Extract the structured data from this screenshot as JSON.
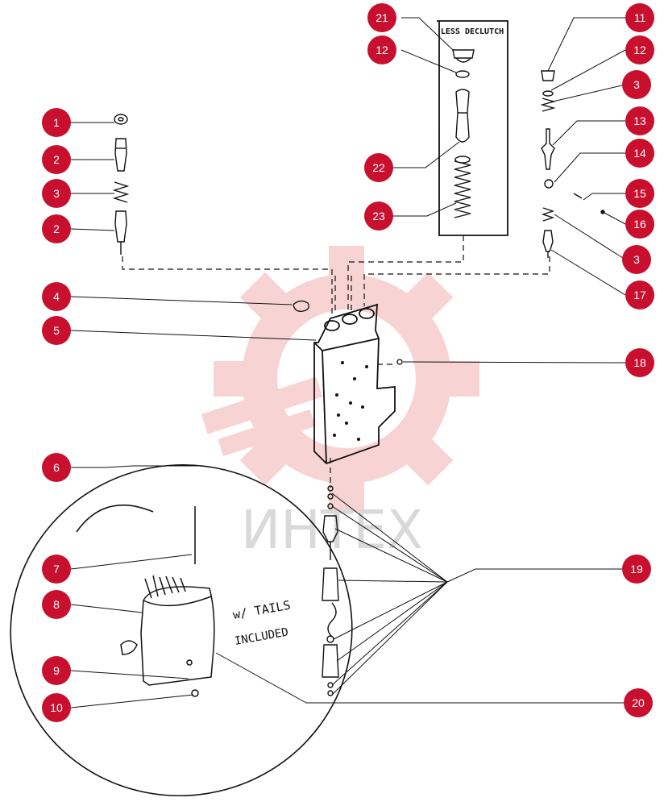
{
  "diagram": {
    "box_label": "LESS DECLUTCH",
    "handwritten_note_line1": "w/ TAILS",
    "handwritten_note_line2": "INCLUDED",
    "watermark_text": "ИНТЕХ",
    "accent_color": "#c8102e",
    "callouts": [
      {
        "id": "c1",
        "label": "1"
      },
      {
        "id": "c2a",
        "label": "2"
      },
      {
        "id": "c3a",
        "label": "3"
      },
      {
        "id": "c2b",
        "label": "2"
      },
      {
        "id": "c4",
        "label": "4"
      },
      {
        "id": "c5",
        "label": "5"
      },
      {
        "id": "c6",
        "label": "6"
      },
      {
        "id": "c7",
        "label": "7"
      },
      {
        "id": "c8",
        "label": "8"
      },
      {
        "id": "c9",
        "label": "9"
      },
      {
        "id": "c10",
        "label": "10"
      },
      {
        "id": "c21",
        "label": "21"
      },
      {
        "id": "c12a",
        "label": "12"
      },
      {
        "id": "c22",
        "label": "22"
      },
      {
        "id": "c23",
        "label": "23"
      },
      {
        "id": "c11",
        "label": "11"
      },
      {
        "id": "c12b",
        "label": "12"
      },
      {
        "id": "c3b",
        "label": "3"
      },
      {
        "id": "c13",
        "label": "13"
      },
      {
        "id": "c14",
        "label": "14"
      },
      {
        "id": "c15",
        "label": "15"
      },
      {
        "id": "c16",
        "label": "16"
      },
      {
        "id": "c3c",
        "label": "3"
      },
      {
        "id": "c17",
        "label": "17"
      },
      {
        "id": "c18",
        "label": "18"
      },
      {
        "id": "c19",
        "label": "19"
      },
      {
        "id": "c20",
        "label": "20"
      }
    ]
  }
}
